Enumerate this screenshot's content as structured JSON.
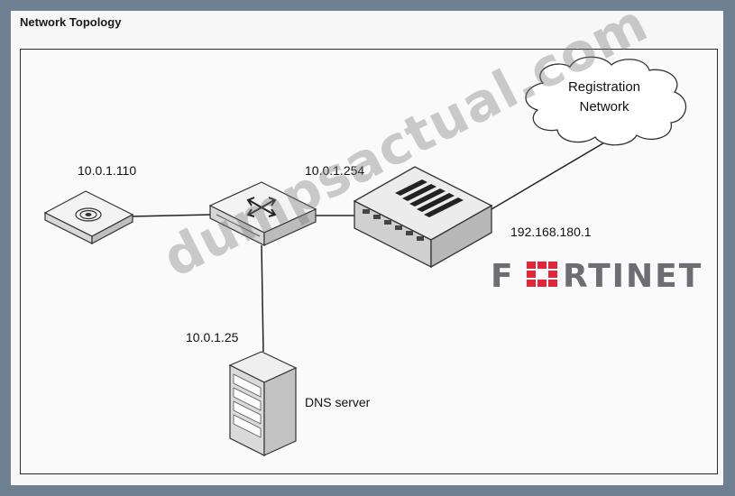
{
  "frame": {
    "title": "Network Topology"
  },
  "cloud": {
    "label_line1": "Registration",
    "label_line2": "Network"
  },
  "labels": {
    "client_ip": "10.0.1.110",
    "fortigate_lan_ip": "10.0.1.254",
    "fortigate_wan_ip": "192.168.180.1",
    "dns_ip": "10.0.1.25",
    "dns_name": "DNS server"
  },
  "logo": {
    "text": "FORTINET",
    "color": "#6d6e71",
    "accent": "#e0263a"
  },
  "watermark": {
    "text": "dumpsactual.com"
  }
}
